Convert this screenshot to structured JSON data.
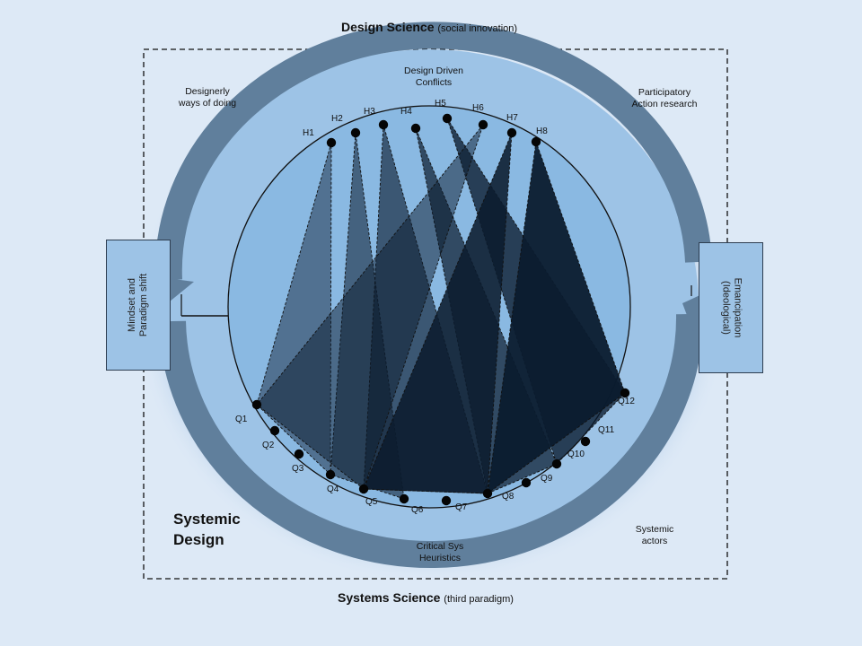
{
  "titles": {
    "top_main": "Design Science",
    "top_sub": "(social innovation)",
    "bottom_main": "Systems Science",
    "bottom_sub": "(third paradigm)",
    "corner_line1": "Systemic",
    "corner_line2": "Design"
  },
  "arc_labels": {
    "top_line1": "Design Driven",
    "top_line2": "Conflicts",
    "bottom_line1": "Critical Sys",
    "bottom_line2": "Heuristics",
    "top_left_line1": "Designerly",
    "top_left_line2": "ways of doing",
    "top_right_line1": "Participatory",
    "top_right_line2": "Action research",
    "bottom_right_line1": "Systemic",
    "bottom_right_line2": "actors"
  },
  "side_tabs": {
    "left_line1": "Mindset and",
    "left_line2": "Paradigm shift",
    "right_line1": "Emancipation",
    "right_line2": "(Ideological)"
  },
  "nodes": {
    "top": [
      "H1",
      "H2",
      "H3",
      "H4",
      "H5",
      "H6",
      "H7",
      "H8"
    ],
    "bottom": [
      "Q1",
      "Q2",
      "Q3",
      "Q4",
      "Q5",
      "Q6",
      "Q7",
      "Q8",
      "Q9",
      "Q10",
      "Q11",
      "Q12"
    ]
  },
  "connections": [
    {
      "from": "H1",
      "to": [
        "Q1",
        "Q4"
      ],
      "shade": 0.45
    },
    {
      "from": "H2",
      "to": [
        "Q4",
        "Q6"
      ],
      "shade": 0.55
    },
    {
      "from": "H3",
      "to": [
        "Q5",
        "Q8"
      ],
      "shade": 0.62
    },
    {
      "from": "H4",
      "to": [
        "Q8",
        "Q10"
      ],
      "shade": 0.7
    },
    {
      "from": "H5",
      "to": [
        "Q10",
        "Q12"
      ],
      "shade": 0.78
    },
    {
      "from": "H6",
      "to": [
        "Q1",
        "Q5"
      ],
      "shade": 0.5
    },
    {
      "from": "H7",
      "to": [
        "Q5",
        "Q8"
      ],
      "shade": 0.88
    },
    {
      "from": "H8",
      "to": [
        "Q8",
        "Q12"
      ],
      "shade": 0.95
    }
  ],
  "colors": {
    "background": "#dde9f6",
    "glow": "#2f6fb8",
    "ring": "#9dc3e6",
    "arc": "#607f9c",
    "inner_circle": "#8ab9e2",
    "wedge": "#0b1b2e"
  }
}
